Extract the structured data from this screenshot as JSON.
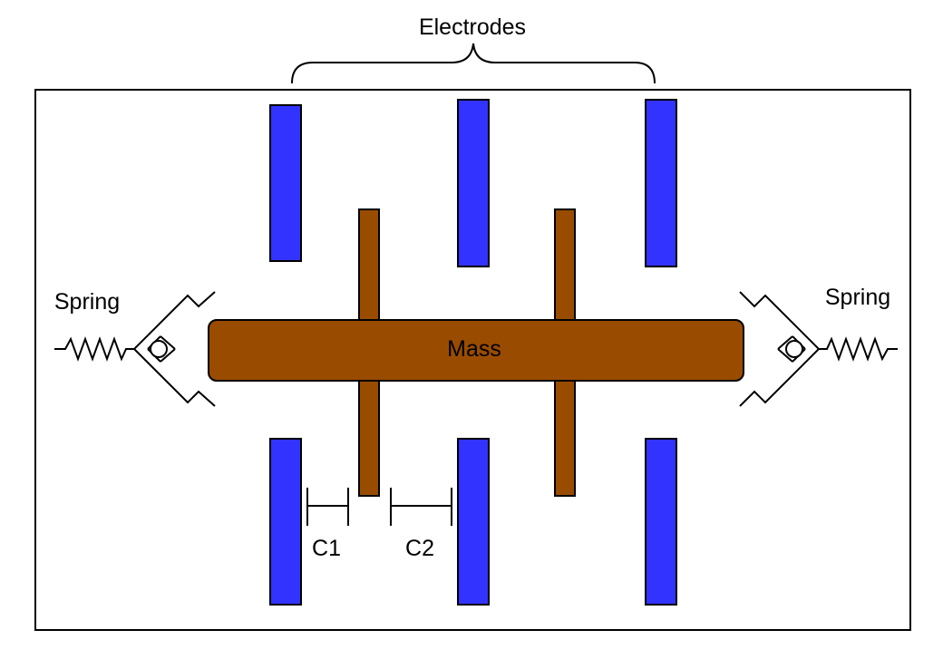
{
  "labels": {
    "electrodes": "Electrodes",
    "spring_left": "Spring",
    "spring_right": "Spring",
    "mass": "Mass",
    "cap_1": "C1",
    "cap_2": "C2"
  },
  "colors": {
    "electrode_fill": "#3333ff",
    "mass_fill": "#994c00",
    "outline": "#000000",
    "background": "#ffffff"
  }
}
